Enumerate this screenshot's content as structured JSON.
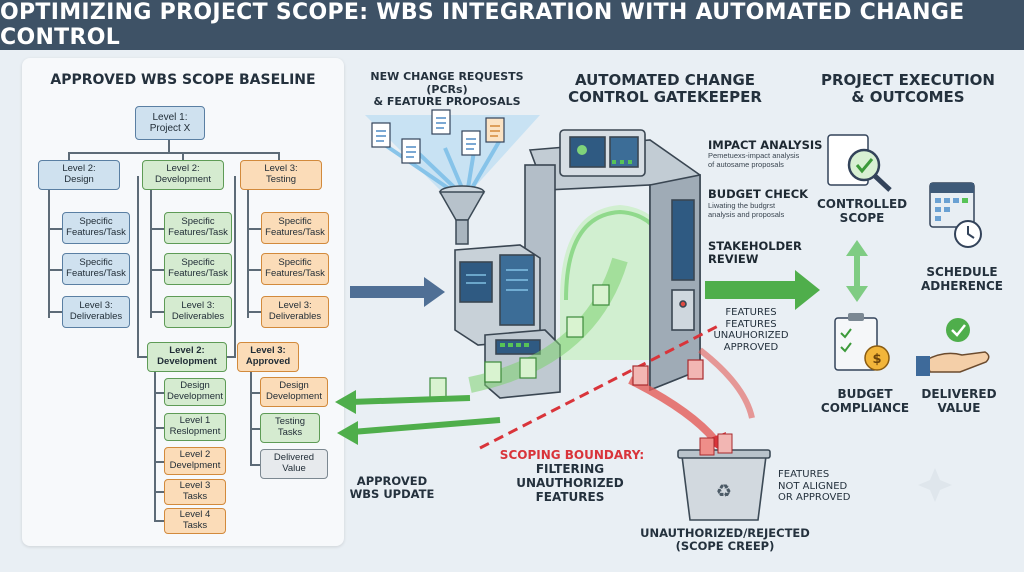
{
  "title": "OPTIMIZING PROJECT SCOPE: WBS INTEGRATION WITH AUTOMATED CHANGE CONTROL",
  "wbs": {
    "heading": "APPROVED WBS SCOPE BASELINE",
    "root": "Level 1:\nProject X",
    "col1": {
      "head": "Level 2:\nDesign",
      "items": [
        "Specific\nFeatures/Task",
        "Specific\nFeatures/Task",
        "Level 3:\nDeliverables"
      ]
    },
    "col2": {
      "head": "Level 2:\nDevelopment",
      "items": [
        "Specific\nFeatures/Task",
        "Specific\nFeatures/Task",
        "Level 3:\nDeliverables"
      ]
    },
    "col3": {
      "head": "Level 3:\nTesting",
      "items": [
        "Specific\nFeatures/Task",
        "Specific\nFeatures/Task",
        "Level 3:\nDeliverables"
      ]
    },
    "sub1": {
      "head": "Level 2:\nDevelopment",
      "items": [
        "Design\nDevelopment",
        "Level 1\nReslopment",
        "Level 2\nDevelpment",
        "Level 3\nTasks",
        "Level 4\nTasks"
      ]
    },
    "sub2": {
      "head": "Level 3:\nApproved",
      "items": [
        "Design\nDevelopment",
        "Testing\nTasks",
        "Delivered\nValue"
      ]
    }
  },
  "intake": {
    "label": "NEW CHANGE REQUESTS (PCRs)\n& FEATURE PROPOSALS"
  },
  "gatekeeper": {
    "heading": "AUTOMATED CHANGE\nCONTROL GATEKEEPER",
    "impact_title": "IMPACT ANALYSIS",
    "impact_desc": "Pemetuexs-impact analysis\nof autosame proposals",
    "budget_title": "BUDGET CHECK",
    "budget_desc": "Liwating the budgrst\nanalysis and proposals",
    "review_title": "STAKEHOLDER\nREVIEW",
    "features_note": "FEATURES\nFEATURES\nUNAUHORIZED\nAPPROVED"
  },
  "approved_update": "APPROVED\nWBS UPDATE",
  "boundary": {
    "title": "SCOPING BOUNDARY:",
    "desc": "FILTERING\nUNAUTHORIZED\nFEATURES"
  },
  "rejected": {
    "label": "UNAUTHORIZED/REJECTED\n(SCOPE CREEP)",
    "note": "FEATURES\nNOT ALIGNED\nOR APPROVED"
  },
  "outcomes": {
    "heading": "PROJECT EXECUTION\n& OUTCOMES",
    "controlled_scope": "CONTROLLED\nSCOPE",
    "schedule": "SCHEDULE\nADHERENCE",
    "budget": "BUDGET\nCOMPLIANCE",
    "value": "DELIVERED\nVALUE"
  },
  "colors": {
    "header_bg": "#3e5266",
    "approved_green": "#4fae4b",
    "reject_red": "#d9343a",
    "flow_blue": "#4f6f95"
  },
  "icons": [
    "document-icon",
    "funnel-icon",
    "monitor-icon",
    "magnifier-check-icon",
    "calendar-clock-icon",
    "clipboard-coin-icon",
    "hand-check-icon",
    "recycle-bin-icon",
    "double-arrow-icon"
  ]
}
